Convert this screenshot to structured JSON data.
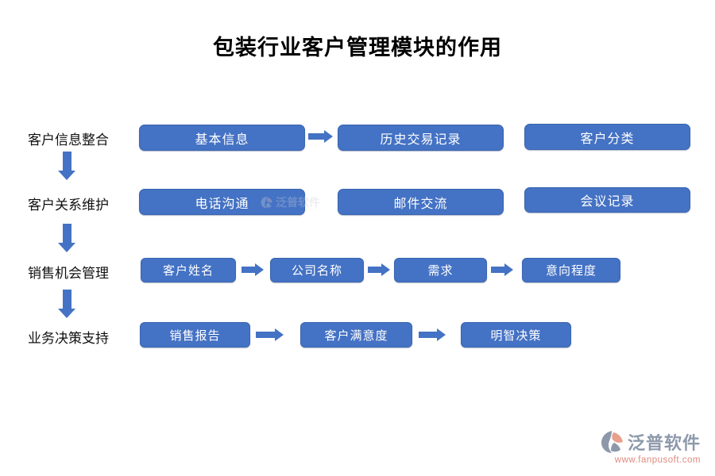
{
  "title": "包装行业客户管理模块的作用",
  "rows": [
    {
      "label": "客户信息整合",
      "boxes": [
        "基本信息",
        "历史交易记录",
        "客户分类"
      ]
    },
    {
      "label": "客户关系维护",
      "boxes": [
        "电话沟通",
        "邮件交流",
        "会议记录"
      ]
    },
    {
      "label": "销售机会管理",
      "boxes": [
        "客户姓名",
        "公司名称",
        "需求",
        "意向程度"
      ]
    },
    {
      "label": "业务决策支持",
      "boxes": [
        "销售报告",
        "客户满意度",
        "明智决策"
      ]
    }
  ],
  "watermark": {
    "text": "泛普软件"
  },
  "footer": {
    "brand": "泛普软件",
    "url": "www.fanpusoft.com"
  },
  "icons": {
    "right_arrow": "right-arrow",
    "down_arrow": "down-arrow",
    "logo": "fanpu-logo"
  },
  "colors": {
    "box_fill": "#4472C4",
    "box_border": "#3A66B0",
    "arrow": "#4472C4",
    "title_text": "#000000",
    "label_text": "#111111",
    "box_text": "#FFFFFF",
    "brand_gray": "#8D99AB",
    "url_salmon": "#E08A7E"
  }
}
